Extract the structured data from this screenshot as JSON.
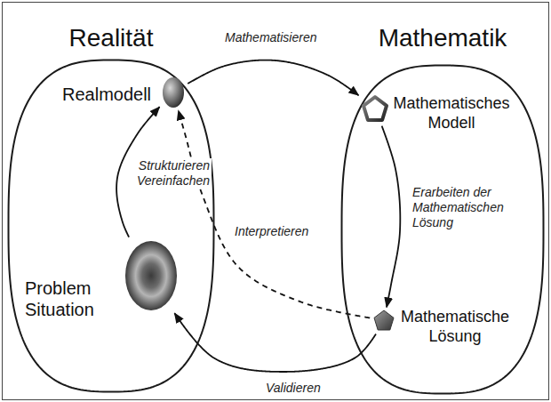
{
  "diagram": {
    "nodes": [
      {
        "text": [
          "Realität"
        ]
      },
      {
        "text": [
          "Realmodell"
        ],
        "in": 0
      },
      {
        "text": [
          "Problem Situation"
        ],
        "in": 0
      },
      {
        "text": [
          "Mathematik"
        ]
      },
      {
        "text": [
          "Mathematisches Modell"
        ],
        "in": 3
      },
      {
        "text": [
          "Mathematische Lösung"
        ],
        "in": 3
      }
    ],
    "edges": [
      {
        "from": 2,
        "to": 1,
        "label": "Strukturieren Vereinfachen",
        "arrow": "to"
      },
      {
        "from": 1,
        "to": 4,
        "label": "Mathematisieren",
        "arrow": "to"
      },
      {
        "from": 4,
        "to": 5,
        "label": "Erarbeiten der Mathematischen Lösung",
        "arrow": "to"
      },
      {
        "from": 5,
        "to": 1,
        "label": "Interpretieren",
        "arrow": "to"
      },
      {
        "from": 5,
        "to": 2,
        "label": "Validieren",
        "arrow": "to"
      }
    ]
  }
}
